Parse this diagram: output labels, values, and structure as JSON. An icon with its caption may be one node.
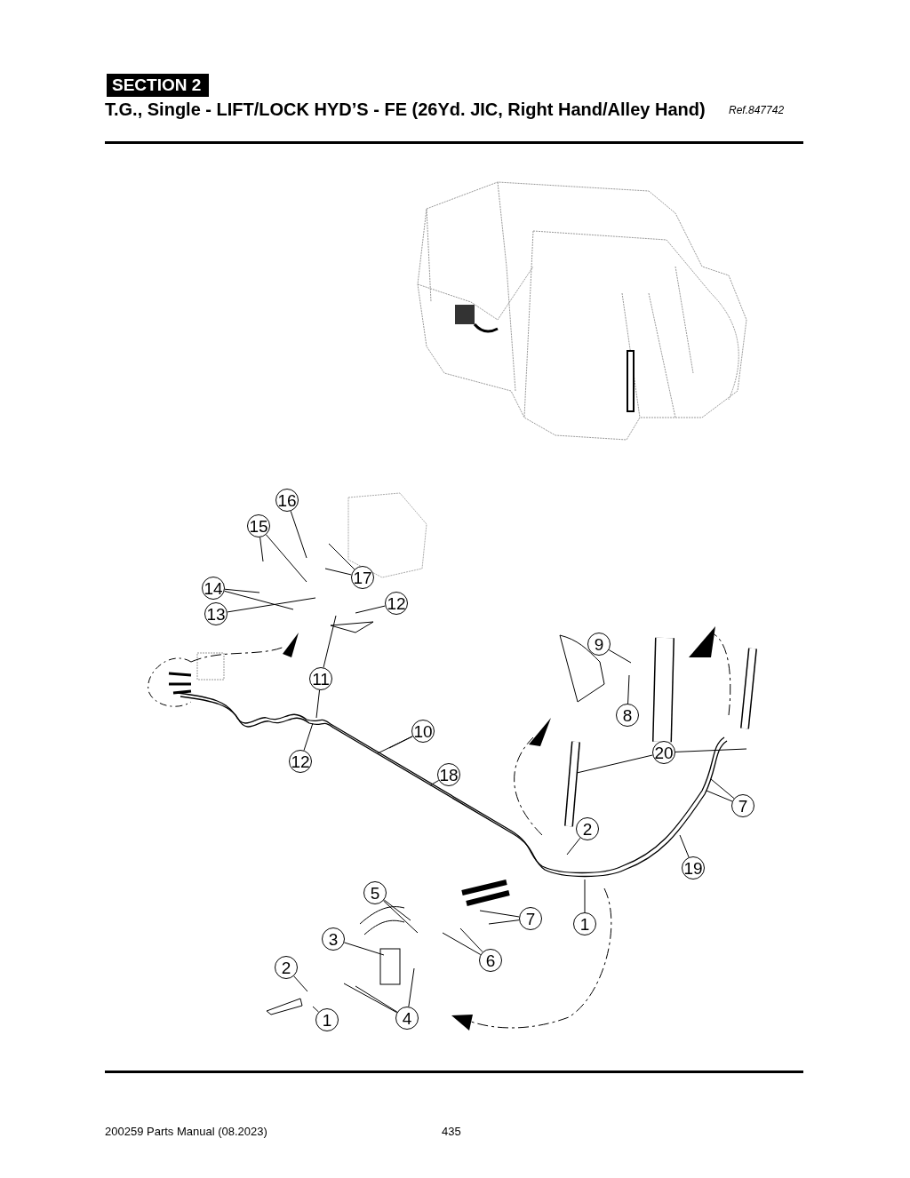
{
  "diagram": {
    "title": "T.G., Single - LIFT/LOCK HYD’S - FE (26Yd. JIC, Right Hand/Alley Hand)",
    "nodes": [
      {
        "text": [
          "16"
        ]
      },
      {
        "text": [
          "15"
        ]
      },
      {
        "text": [
          "14"
        ]
      },
      {
        "text": [
          "13"
        ]
      },
      {
        "text": [
          "17"
        ]
      },
      {
        "text": [
          "12"
        ]
      },
      {
        "text": [
          "9"
        ]
      },
      {
        "text": [
          "11"
        ]
      },
      {
        "text": [
          "8"
        ]
      },
      {
        "text": [
          "10"
        ]
      },
      {
        "text": [
          "20"
        ]
      },
      {
        "text": [
          "12"
        ]
      },
      {
        "text": [
          "18"
        ]
      },
      {
        "text": [
          "7"
        ]
      },
      {
        "text": [
          "2"
        ]
      },
      {
        "text": [
          "19"
        ]
      },
      {
        "text": [
          "5"
        ]
      },
      {
        "text": [
          "7"
        ]
      },
      {
        "text": [
          "1"
        ]
      },
      {
        "text": [
          "3"
        ]
      },
      {
        "text": [
          "6"
        ]
      },
      {
        "text": [
          "2"
        ]
      },
      {
        "text": [
          "4"
        ]
      },
      {
        "text": [
          "1"
        ]
      },
      {
        "text": [],
        "shape": "picture"
      }
    ],
    "edges": [
      {
        "from": 0,
        "to": null,
        "arrow": "none"
      },
      {
        "from": 1,
        "to": null,
        "arrow": "none"
      },
      {
        "from": 1,
        "to": null,
        "arrow": "none"
      },
      {
        "from": 2,
        "to": null,
        "arrow": "none"
      },
      {
        "from": 2,
        "to": null,
        "arrow": "none"
      },
      {
        "from": 3,
        "to": null,
        "arrow": "none"
      },
      {
        "from": 4,
        "to": null,
        "arrow": "none"
      },
      {
        "from": 4,
        "to": null,
        "arrow": "none"
      },
      {
        "from": 5,
        "to": null,
        "arrow": "none"
      },
      {
        "from": 6,
        "to": null,
        "arrow": "none"
      },
      {
        "from": 7,
        "to": null,
        "arrow": "none"
      },
      {
        "from": 7,
        "to": null,
        "arrow": "none"
      },
      {
        "from": 8,
        "to": null,
        "arrow": "none"
      },
      {
        "from": 9,
        "to": null,
        "arrow": "none"
      },
      {
        "from": 9,
        "to": null,
        "arrow": "none"
      },
      {
        "from": 10,
        "to": 24,
        "arrow": "none"
      },
      {
        "from": 10,
        "to": null,
        "arrow": "none"
      },
      {
        "from": 11,
        "to": null,
        "arrow": "none"
      },
      {
        "from": 12,
        "to": null,
        "arrow": "none"
      },
      {
        "from": 13,
        "to": null,
        "arrow": "none"
      },
      {
        "from": 13,
        "to": null,
        "arrow": "none"
      },
      {
        "from": 14,
        "to": null,
        "arrow": "none"
      },
      {
        "from": 15,
        "to": null,
        "arrow": "none"
      },
      {
        "from": 16,
        "to": null,
        "arrow": "none"
      },
      {
        "from": 16,
        "to": null,
        "arrow": "none"
      },
      {
        "from": 17,
        "to": null,
        "arrow": "none"
      },
      {
        "from": 17,
        "to": null,
        "arrow": "none"
      },
      {
        "from": 18,
        "to": null,
        "arrow": "none"
      },
      {
        "from": 19,
        "to": null,
        "arrow": "none"
      },
      {
        "from": 20,
        "to": null,
        "arrow": "none"
      },
      {
        "from": 20,
        "to": null,
        "arrow": "none"
      },
      {
        "from": 21,
        "to": null,
        "arrow": "none"
      },
      {
        "from": 22,
        "to": null,
        "arrow": "none"
      },
      {
        "from": 22,
        "to": null,
        "arrow": "none"
      },
      {
        "from": 22,
        "to": null,
        "arrow": "none"
      },
      {
        "from": 23,
        "to": null,
        "arrow": "none"
      }
    ],
    "labels": [
      "SECTION 2",
      "Ref.847742",
      "200259 Parts Manual (08.2023)",
      "435"
    ]
  }
}
